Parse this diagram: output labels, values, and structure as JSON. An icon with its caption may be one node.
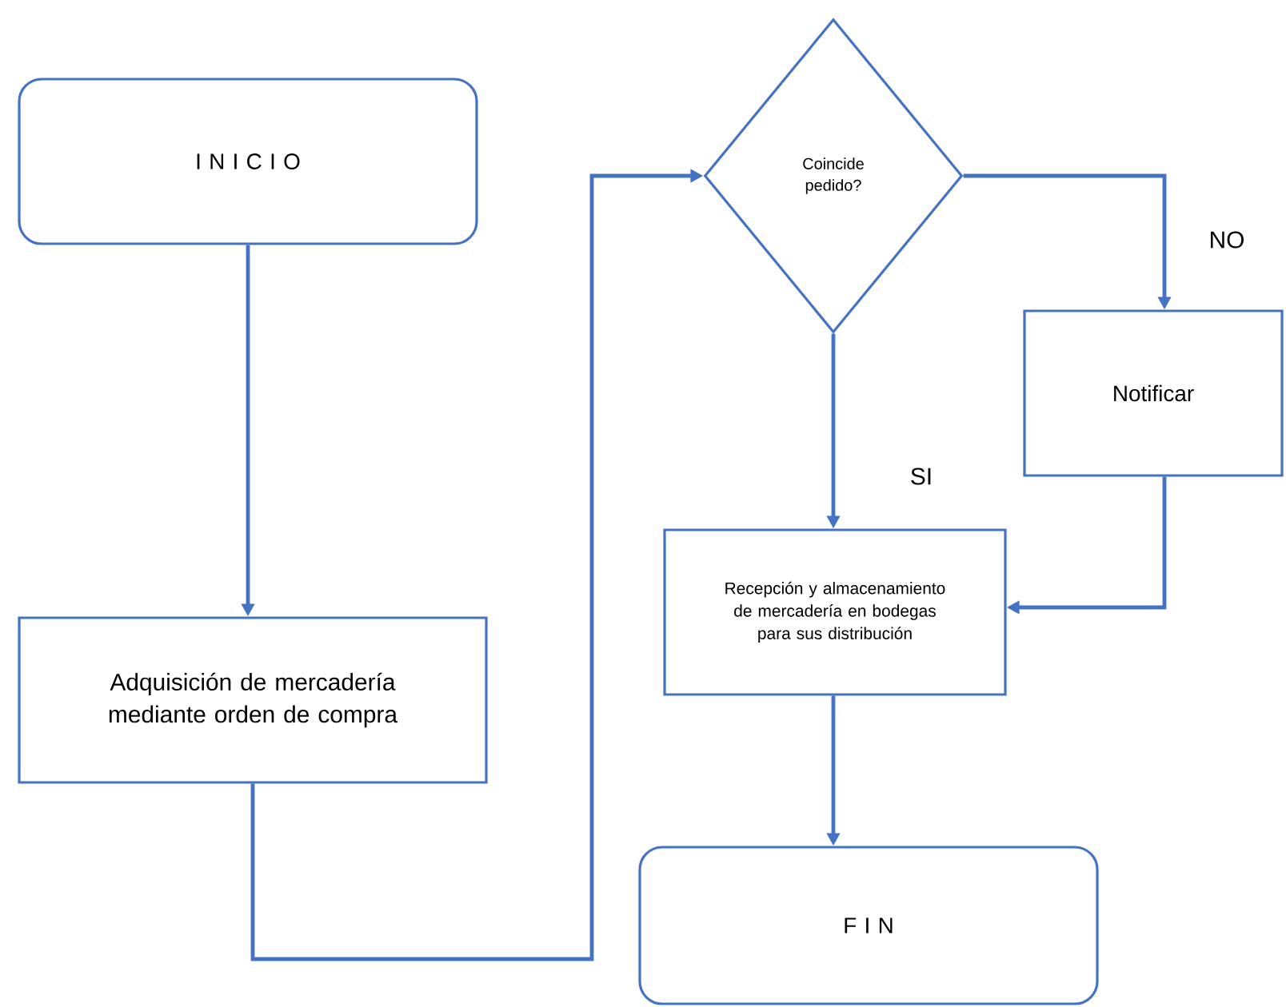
{
  "diagram": {
    "nodes": [
      {
        "text": [
          "I N I C I O"
        ]
      },
      {
        "text": [
          "Adquisición de mercadería mediante orden de compra"
        ]
      },
      {
        "text": [
          "Coincide pedido?"
        ]
      },
      {
        "text": [
          "Notificar"
        ]
      },
      {
        "text": [
          "Recepción y almacenamiento de mercadería en bodegas para sus distribución"
        ]
      },
      {
        "text": [
          "F I N"
        ]
      }
    ],
    "edges": [
      {
        "from": 0,
        "to": 1,
        "arrow": "to"
      },
      {
        "from": 1,
        "to": 2,
        "arrow": "to"
      },
      {
        "from": 2,
        "to": 3,
        "arrow": "to",
        "label": "NO"
      },
      {
        "from": 2,
        "to": 4,
        "arrow": "to",
        "label": "SI"
      },
      {
        "from": 3,
        "to": 4,
        "arrow": "to"
      },
      {
        "from": 4,
        "to": 5,
        "arrow": "to"
      }
    ]
  }
}
